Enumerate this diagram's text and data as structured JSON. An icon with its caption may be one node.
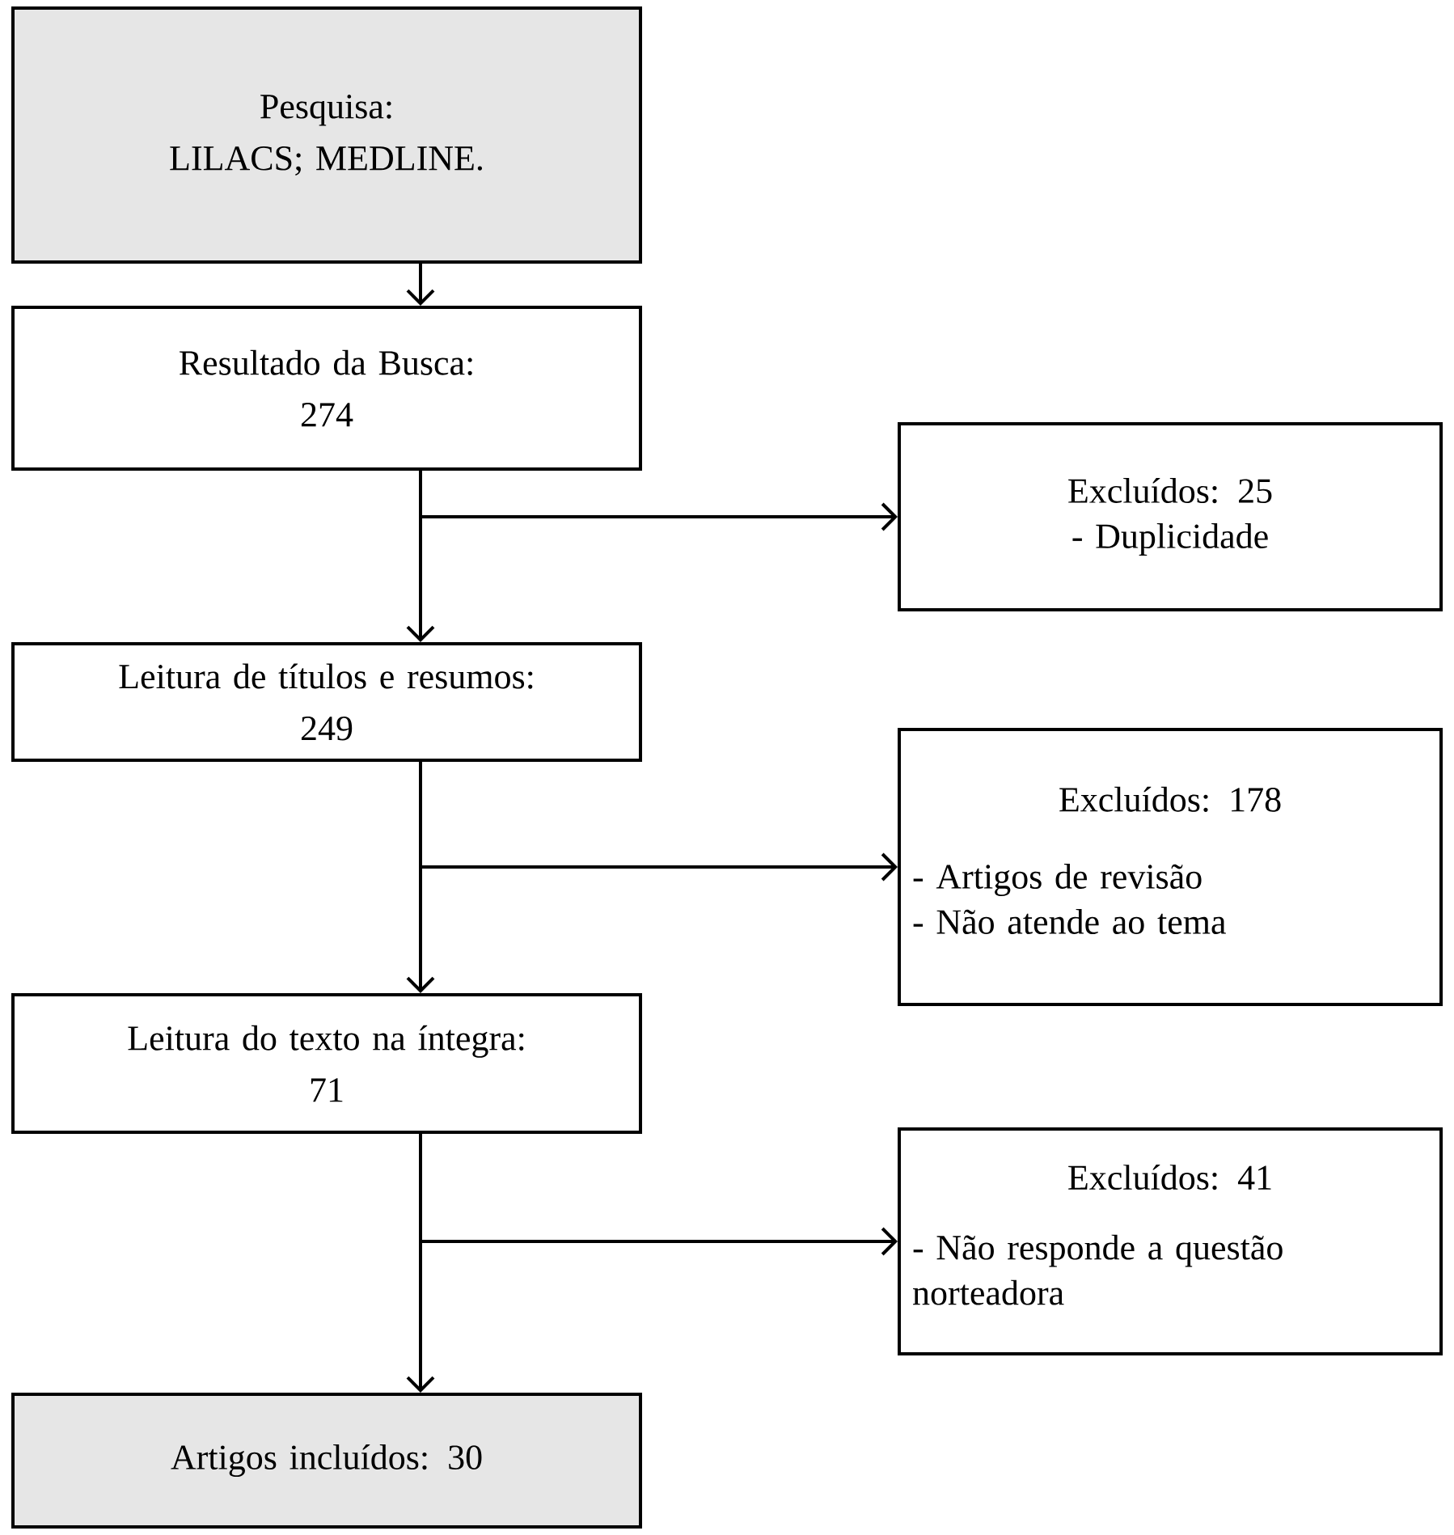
{
  "diagram": {
    "nodes": [
      {
        "text": [
          "Pesquisa:",
          "LILACS; MEDLINE."
        ]
      },
      {
        "text": [
          "Resultado da Busca:",
          "274"
        ]
      },
      {
        "text": [
          "Excluídos: 25",
          "- Duplicidade"
        ]
      },
      {
        "text": [
          "Leitura de títulos e resumos:",
          "249"
        ]
      },
      {
        "text": [
          "Excluídos: 178",
          "- Artigos de revisão",
          "- Não atende ao tema"
        ]
      },
      {
        "text": [
          "Leitura do texto na íntegra:",
          "71"
        ]
      },
      {
        "text": [
          "Excluídos: 41",
          "- Não responde a questão norteadora"
        ]
      },
      {
        "text": [
          "Artigos incluídos: 30"
        ]
      }
    ],
    "edges": [
      {
        "from": 0,
        "to": 1,
        "arrow": "to"
      },
      {
        "from": 1,
        "to": 3,
        "arrow": "to"
      },
      {
        "from": 1,
        "to": 2,
        "arrow": "to"
      },
      {
        "from": 3,
        "to": 5,
        "arrow": "to"
      },
      {
        "from": 3,
        "to": 4,
        "arrow": "to"
      },
      {
        "from": 5,
        "to": 7,
        "arrow": "to"
      },
      {
        "from": 5,
        "to": 6,
        "arrow": "to"
      }
    ]
  }
}
